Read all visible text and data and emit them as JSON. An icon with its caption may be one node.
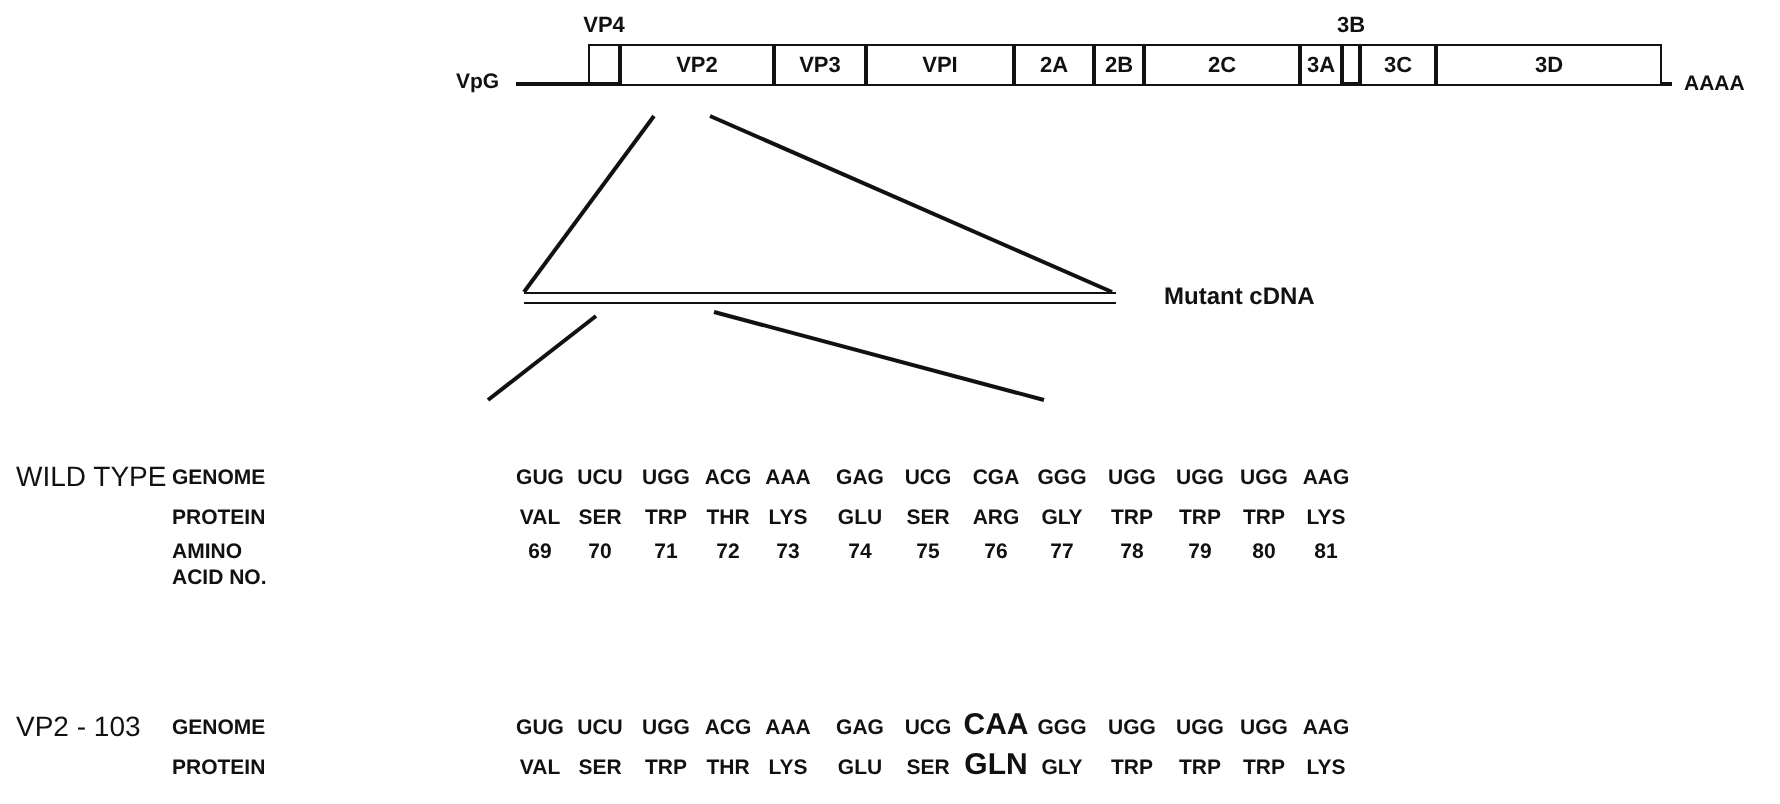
{
  "diagram": {
    "nodes": [
      {
        "text": [
          "VP4"
        ]
      },
      {
        "text": [
          "VP2"
        ]
      },
      {
        "text": [
          "VP3"
        ]
      },
      {
        "text": [
          "VPI"
        ]
      },
      {
        "text": [
          "2A"
        ]
      },
      {
        "text": [
          "2B"
        ]
      },
      {
        "text": [
          "2C"
        ]
      },
      {
        "text": [
          "3A"
        ]
      },
      {
        "text": [
          "3B"
        ]
      },
      {
        "text": [
          "3C"
        ]
      },
      {
        "text": [
          "3D"
        ]
      },
      {
        "text": [],
        "shape": "bar",
        "beside": [
          "Mutant cDNA"
        ]
      }
    ],
    "edges": [
      {
        "from": 1,
        "to": 11,
        "arrow": "none"
      },
      {
        "from": 1,
        "to": 11,
        "arrow": "none"
      }
    ],
    "labels": [
      "VpG",
      "AAAA",
      "WILD TYPE",
      "GENOME",
      "GUG",
      "UCU",
      "UGG",
      "ACG",
      "AAA",
      "GAG",
      "UCG",
      "CGA",
      "GGG",
      "UGG",
      "UGG",
      "UGG",
      "AAG",
      "PROTEIN",
      "VAL",
      "SER",
      "TRP",
      "THR",
      "LYS",
      "GLU",
      "SER",
      "ARG",
      "GLY",
      "TRP",
      "TRP",
      "TRP",
      "LYS",
      "AMINO ACID NO.",
      "69",
      "70",
      "71",
      "72",
      "73",
      "74",
      "75",
      "76",
      "77",
      "78",
      "79",
      "80",
      "81",
      "VP2 - 103",
      "GENOME",
      "GUG",
      "UCU",
      "UGG",
      "ACG",
      "AAA",
      "GAG",
      "UCG",
      "CAA",
      "GGG",
      "UGG",
      "UGG",
      "UGG",
      "AAG",
      "PROTEIN",
      "VAL",
      "SER",
      "TRP",
      "THR",
      "LYS",
      "GLU",
      "SER",
      "GLN",
      "GLY",
      "TRP",
      "TRP",
      "TRP",
      "LYS"
    ]
  }
}
